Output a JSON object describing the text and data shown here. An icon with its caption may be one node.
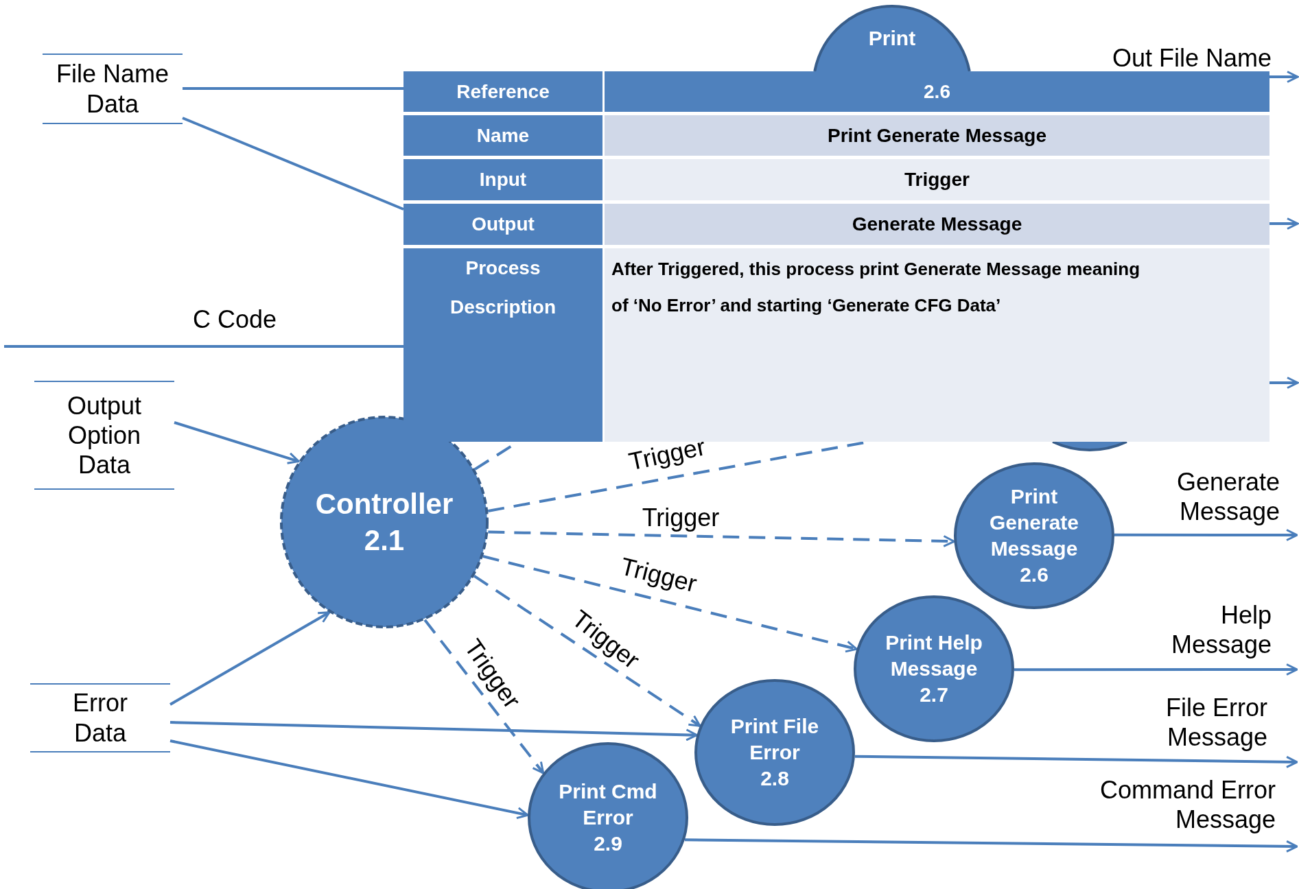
{
  "diagram": {
    "nodes": [
      {
        "text": [
          "File Name Data"
        ]
      },
      {
        "text": [
          "Print"
        ]
      },
      {
        "text": [],
        "shape": "circle"
      },
      {
        "text": [
          "Output Option Data"
        ]
      },
      {
        "text": [
          "Controller",
          "2.1"
        ]
      },
      {
        "text": [
          "Print Generate Message",
          "2.6"
        ]
      },
      {
        "text": [
          "Print Help Message",
          "2.7"
        ]
      },
      {
        "text": [
          "Error Data"
        ]
      },
      {
        "text": [
          "Print File Error",
          "2.8"
        ]
      },
      {
        "text": [
          "Print Cmd Error",
          "2.9"
        ]
      },
      {
        "text": [
          "Reference",
          "2.6",
          "Name",
          "Print Generate Message",
          "Input",
          "Trigger",
          "Output",
          "Generate Message",
          "Process Description",
          "After Triggered, this process print Generate Message meaning of ‘No Error’ and starting ‘Generate CFG Data’"
        ]
      }
    ],
    "edges": [
      {
        "from": 0,
        "to": 10,
        "arrow": "none"
      },
      {
        "from": 0,
        "to": 10,
        "arrow": "none"
      },
      {
        "from": null,
        "to": 10,
        "label": "C Code",
        "arrow": "none"
      },
      {
        "from": 3,
        "to": 4,
        "arrow": "to"
      },
      {
        "from": 4,
        "to": 10,
        "arrow": "none",
        "style": "dashed"
      },
      {
        "from": 4,
        "to": 10,
        "label": "Trigger",
        "arrow": "none",
        "style": "dashed"
      },
      {
        "from": 4,
        "to": 5,
        "label": "Trigger",
        "arrow": "to",
        "style": "dashed"
      },
      {
        "from": 4,
        "to": 6,
        "label": "Trigger",
        "arrow": "to",
        "style": "dashed"
      },
      {
        "from": 4,
        "to": 8,
        "label": "Trigger",
        "arrow": "to",
        "style": "dashed"
      },
      {
        "from": 4,
        "to": 9,
        "label": "Trigger",
        "arrow": "to",
        "style": "dashed"
      },
      {
        "from": 7,
        "to": 4,
        "arrow": "to"
      },
      {
        "from": 7,
        "to": 8,
        "arrow": "to"
      },
      {
        "from": 7,
        "to": 9,
        "arrow": "to"
      },
      {
        "from": 5,
        "to": null,
        "label": "Generate Message",
        "arrow": "to"
      },
      {
        "from": 6,
        "to": null,
        "label": "Help Message",
        "arrow": "to"
      },
      {
        "from": 8,
        "to": null,
        "label": "File Error Message",
        "arrow": "to"
      },
      {
        "from": 9,
        "to": null,
        "label": "Command Error Message",
        "arrow": "to"
      },
      {
        "from": 10,
        "to": null,
        "label": "Out File Name",
        "arrow": "to"
      },
      {
        "from": 10,
        "to": null,
        "arrow": "to"
      },
      {
        "from": 10,
        "to": null,
        "arrow": "to"
      }
    ]
  }
}
